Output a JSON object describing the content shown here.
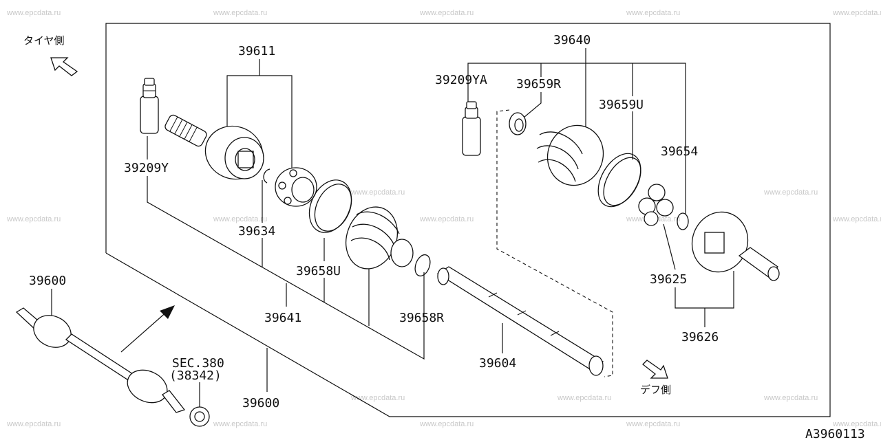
{
  "watermark": "www.epcdata.ru",
  "diagram_code": "A3960113",
  "side_labels": {
    "tire_side": "タイヤ側",
    "diff_side": "デフ側"
  },
  "part_labels": {
    "p39611": "39611",
    "p39640": "39640",
    "p39209YA": "39209YA",
    "p39659R": "39659R",
    "p39659U": "39659U",
    "p39654": "39654",
    "p39209Y": "39209Y",
    "p39634": "39634",
    "p39658U": "39658U",
    "p39641": "39641",
    "p39658R": "39658R",
    "p39604": "39604",
    "p39625": "39625",
    "p39626": "39626",
    "p39600_top": "39600",
    "p39600_bottom": "39600",
    "sec380": "SEC.380",
    "sec380_sub": "(38342)"
  }
}
